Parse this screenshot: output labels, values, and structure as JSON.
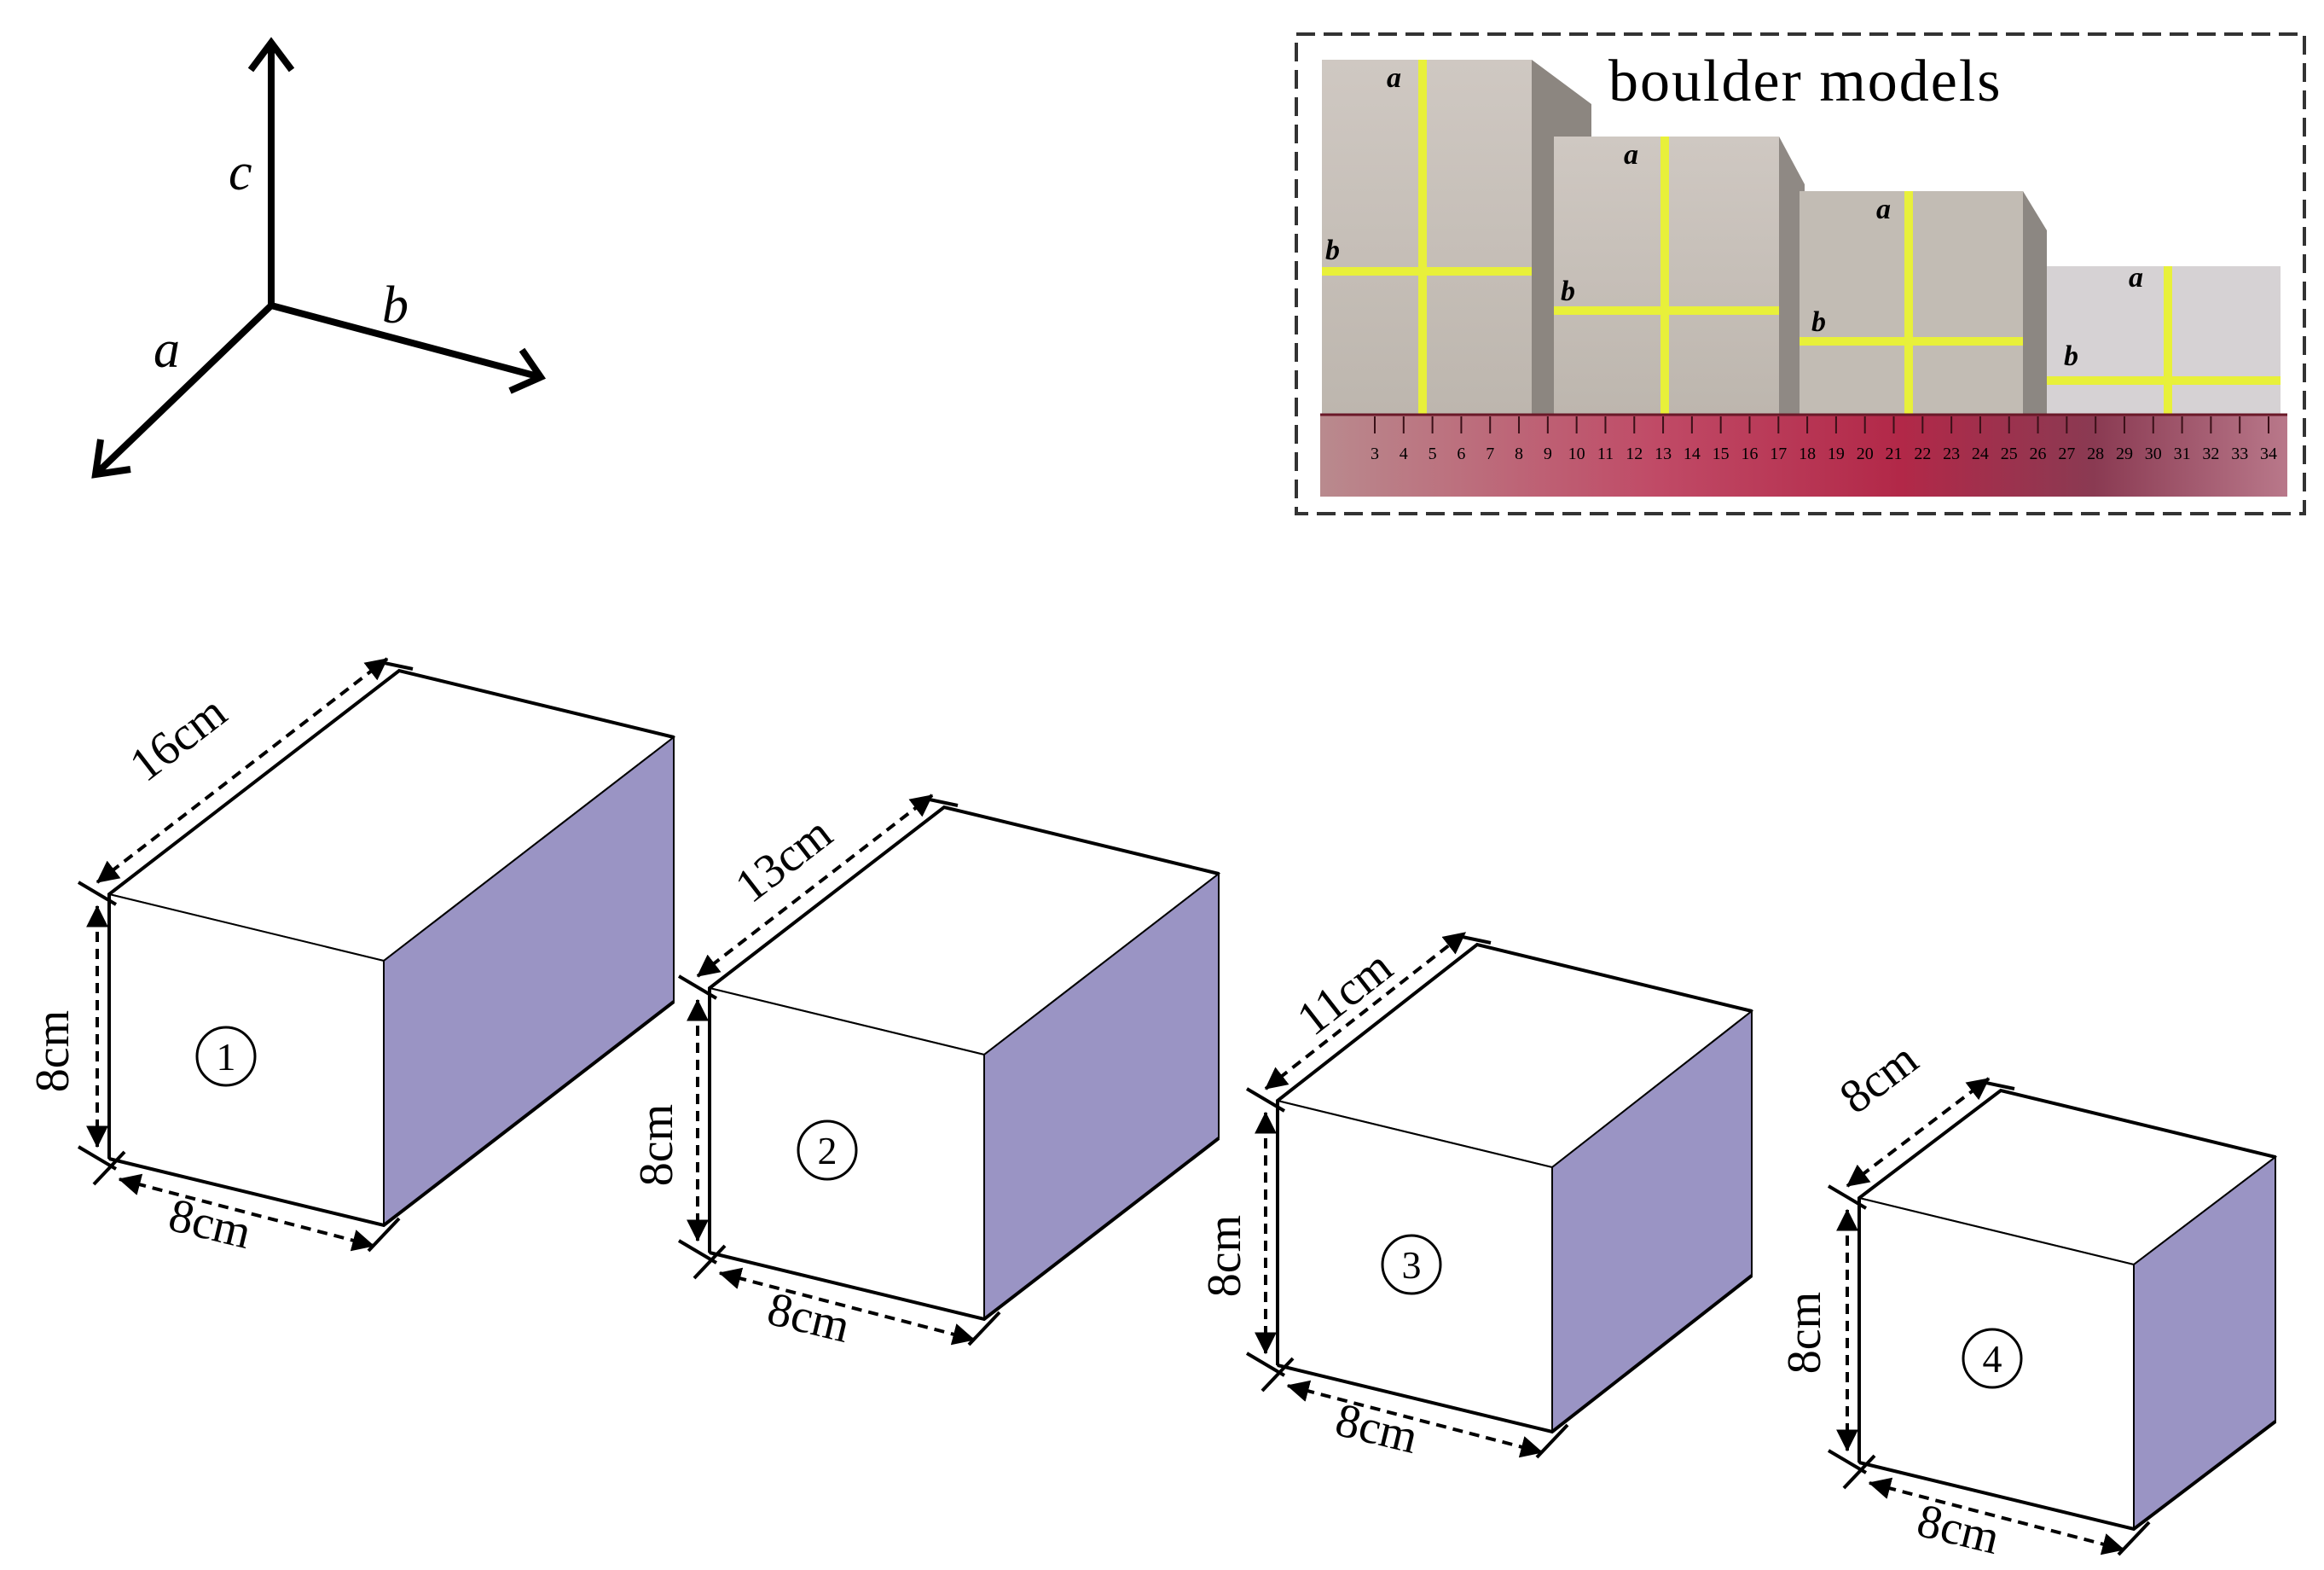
{
  "axes": {
    "a_label": "a",
    "b_label": "b",
    "c_label": "c"
  },
  "photo": {
    "title": "boulder models",
    "face_label_a": "a",
    "face_label_b": "b",
    "ruler_ticks": [
      "3",
      "4",
      "5",
      "6",
      "7",
      "8",
      "9",
      "10",
      "11",
      "12",
      "13",
      "14",
      "15",
      "16",
      "17",
      "18",
      "19",
      "20",
      "21",
      "22",
      "23",
      "24",
      "25",
      "26",
      "27",
      "28",
      "29",
      "30",
      "31",
      "32",
      "33",
      "34"
    ]
  },
  "blocks": [
    {
      "number": "1",
      "length_label": "16cm",
      "height_label": "8cm",
      "width_label": "8cm"
    },
    {
      "number": "2",
      "length_label": "13cm",
      "height_label": "8cm",
      "width_label": "8cm"
    },
    {
      "number": "3",
      "length_label": "11cm",
      "height_label": "8cm",
      "width_label": "8cm"
    },
    {
      "number": "4",
      "length_label": "8cm",
      "height_label": "8cm",
      "width_label": "8cm"
    }
  ],
  "colors": {
    "side_face": "#9a94c4",
    "line": "#000000",
    "marker_tape": "#e8f03a",
    "ruler": "#b4304c"
  }
}
